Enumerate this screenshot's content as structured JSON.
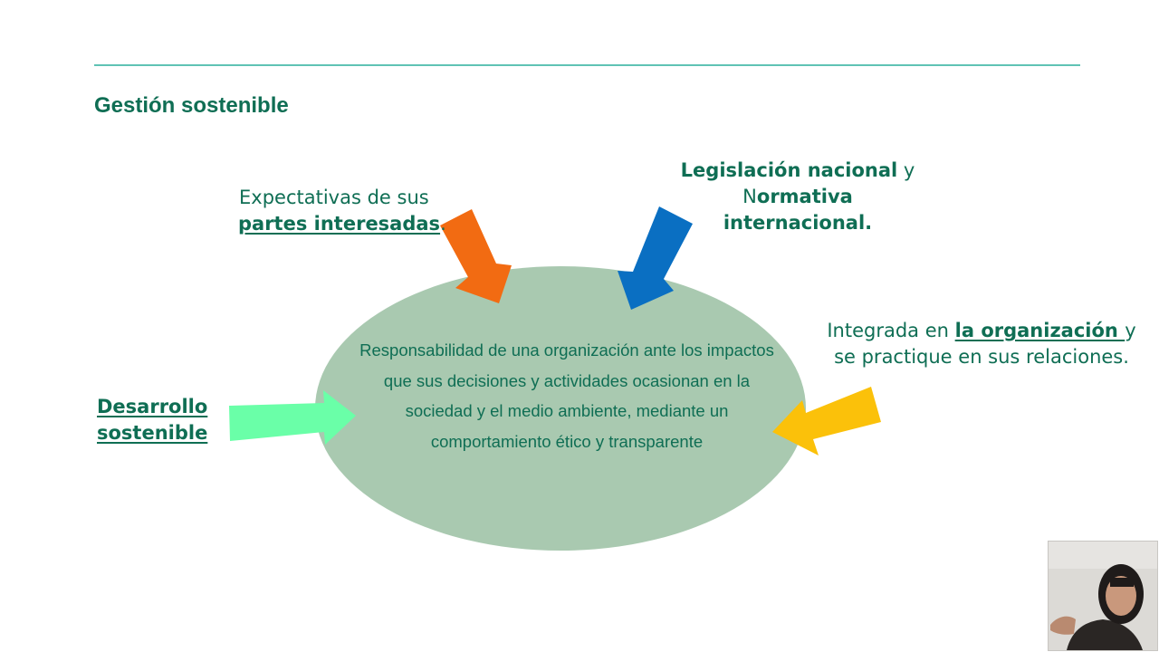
{
  "slide": {
    "title": "Gestión sostenible"
  },
  "center": {
    "text": "Responsabilidad de una organización ante los impactos que sus decisiones y actividades ocasionan en la sociedad y el medio ambiente, mediante un comportamiento ético y transparente"
  },
  "labels": {
    "expectativas": {
      "line1": "Expectativas de sus",
      "bold": "partes interesadas",
      "tail": "."
    },
    "legislacion": {
      "bold1": "Legislación nacional",
      "mid": " y",
      "plain2": "N",
      "bold2": "ormativa internacional."
    },
    "integrada": {
      "pre": "Integrada en ",
      "bold": "la organización ",
      "post": "y",
      "line2": "se practique  en sus relaciones."
    },
    "desarrollo": {
      "line1": "Desarrollo",
      "line2": "sostenible"
    }
  },
  "colors": {
    "accent_text": "#0f6e54",
    "rule": "#5fc3b4",
    "ellipse": "#a9c9b0",
    "arrow_orange": "#f26b12",
    "arrow_blue": "#0a6fc2",
    "arrow_green": "#6affa8",
    "arrow_yellow": "#fbc10a"
  },
  "icons": {
    "webcam": "presenter-webcam-thumbnail"
  }
}
